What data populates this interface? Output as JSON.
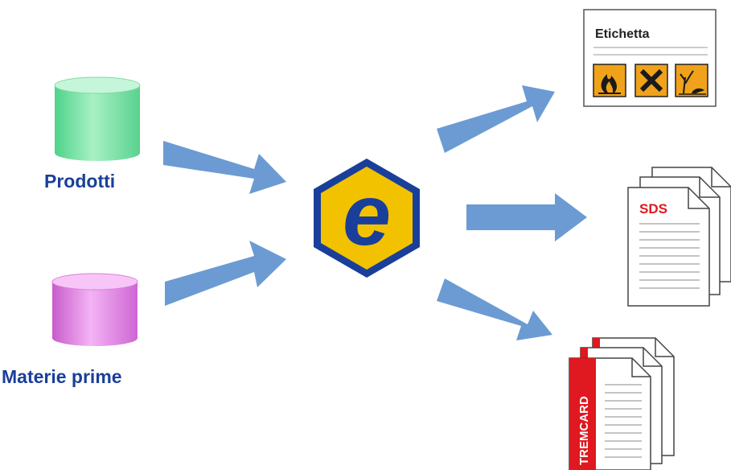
{
  "sources": [
    {
      "label": "Prodotti",
      "color": "#7ee3a5"
    },
    {
      "label": "Materie prime",
      "color": "#e58de6"
    }
  ],
  "hub": {
    "letter": "e",
    "icon": "hexagon-e-logo-icon"
  },
  "outputs": {
    "label_doc": {
      "title": "Etichetta",
      "symbols": [
        "flame-hazard-icon",
        "cross-harmful-icon",
        "environment-hazard-icon"
      ]
    },
    "sds_doc": {
      "title": "SDS"
    },
    "tremcard_doc": {
      "title": "TREMCARD"
    }
  },
  "colors": {
    "label_blue": "#1a3f9a",
    "arrow": "#6b9bd2",
    "hex_border": "#1a3f9a",
    "hex_fill": "#f2c200",
    "red": "#e0181f",
    "hazard_orange": "#f0a21a"
  }
}
